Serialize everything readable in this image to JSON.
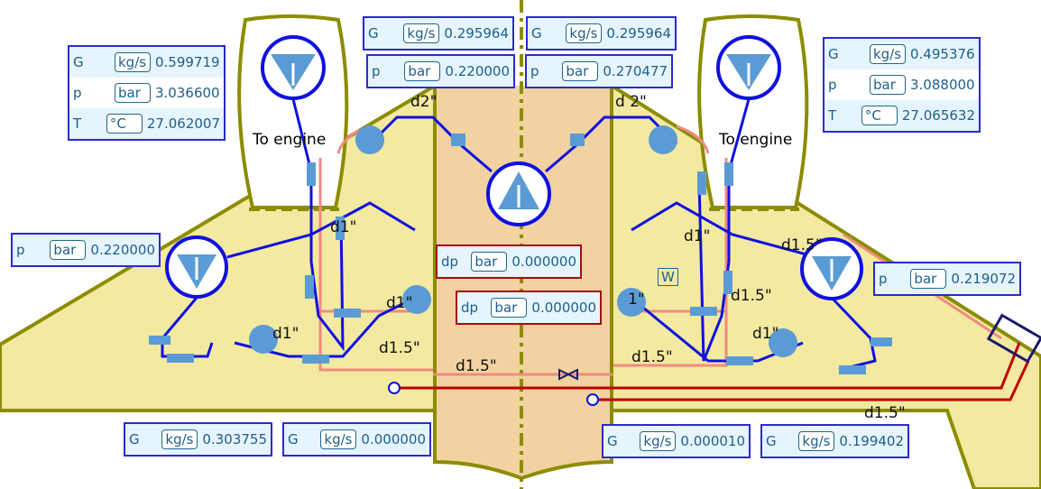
{
  "engines": [
    {
      "label": "To engine"
    },
    {
      "label": "To engine"
    }
  ],
  "readouts": {
    "left_engine": [
      {
        "name": "G",
        "unit": "kg/s",
        "value": "0.599719"
      },
      {
        "name": "p",
        "unit": "bar",
        "value": "3.036600"
      },
      {
        "name": "T",
        "unit": "°C",
        "value": "27.062007"
      }
    ],
    "right_engine": [
      {
        "name": "G",
        "unit": "kg/s",
        "value": "0.495376"
      },
      {
        "name": "p",
        "unit": "bar",
        "value": "3.088000"
      },
      {
        "name": "T",
        "unit": "°C",
        "value": "27.065632"
      }
    ],
    "center_left_G": {
      "name": "G",
      "unit": "kg/s",
      "value": "0.295964"
    },
    "center_left_p": {
      "name": "p",
      "unit": "bar",
      "value": "0.220000"
    },
    "center_right_G": {
      "name": "G",
      "unit": "kg/s",
      "value": "0.295964"
    },
    "center_right_p": {
      "name": "p",
      "unit": "bar",
      "value": "0.270477"
    },
    "left_tank_p": {
      "name": "p",
      "unit": "bar",
      "value": "0.220000"
    },
    "right_tank_p": {
      "name": "p",
      "unit": "bar",
      "value": "0.219072"
    },
    "dp1": {
      "name": "dp",
      "unit": "bar",
      "value": "0.000000"
    },
    "dp2": {
      "name": "dp",
      "unit": "bar",
      "value": "0.000000"
    },
    "bottom": [
      {
        "name": "G",
        "unit": "kg/s",
        "value": "0.303755"
      },
      {
        "name": "G",
        "unit": "kg/s",
        "value": "0.000000"
      },
      {
        "name": "G",
        "unit": "kg/s",
        "value": "0.000010"
      },
      {
        "name": "G",
        "unit": "kg/s",
        "value": "0.199402"
      }
    ]
  },
  "pipe_labels": [
    "d2\"",
    "d 2\"",
    "d1\"",
    "d1\"",
    "d1.5\"",
    "d1\"",
    "d1\"",
    "d1.5\"",
    "d1.5\"",
    "d1.5\"",
    "d1.5\"",
    "d1.5\"",
    "1\"",
    "d1\""
  ],
  "w_label": "W",
  "colors": {
    "wing": "#f3e9a0",
    "fuselage": "#f1d2a0",
    "outline": "#8c8c00",
    "pipe": "#1010e0",
    "component": "#5b9bd5",
    "hot": "#f08a80",
    "electric": "#c00000"
  }
}
